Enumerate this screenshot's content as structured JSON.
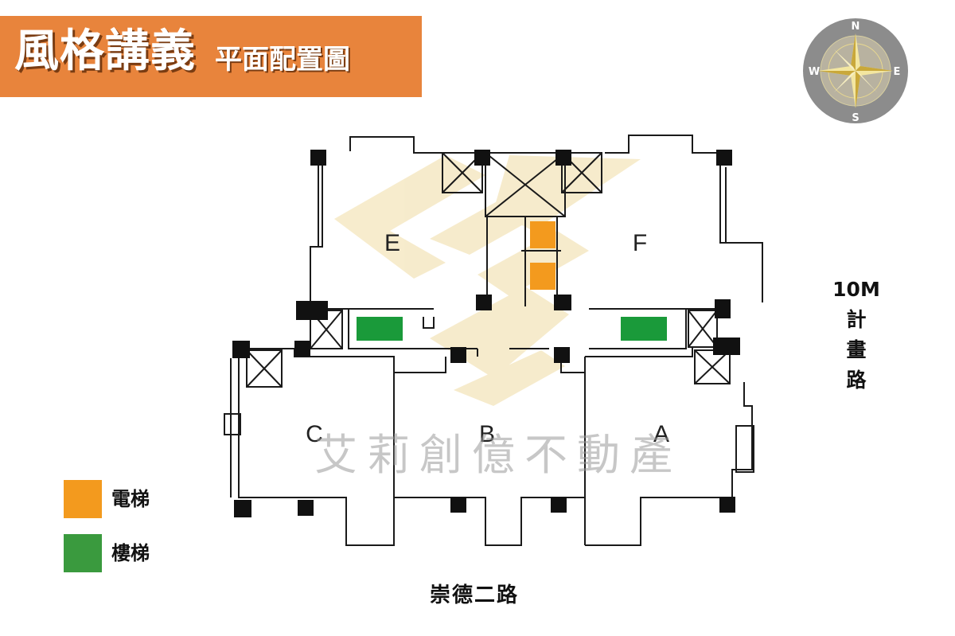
{
  "header": {
    "title": "風格講義",
    "subtitle": "平面配置圖"
  },
  "compass": {
    "n": "N",
    "s": "S",
    "e": "E",
    "w": "W"
  },
  "units": {
    "a": "A",
    "b": "B",
    "c": "C",
    "e": "E",
    "f": "F"
  },
  "watermark": "艾莉創億不動產",
  "legend": [
    {
      "label": "電梯",
      "color": "#f39a1e"
    },
    {
      "label": "樓梯",
      "color": "#3a9a3e"
    }
  ],
  "roads": {
    "right_width": "10M",
    "right_chars": [
      "計",
      "畫",
      "路"
    ],
    "bottom": "崇德二路"
  },
  "colors": {
    "banner": "#e8843c",
    "elevator": "#f39a1e",
    "stair": "#1a9a3a"
  }
}
